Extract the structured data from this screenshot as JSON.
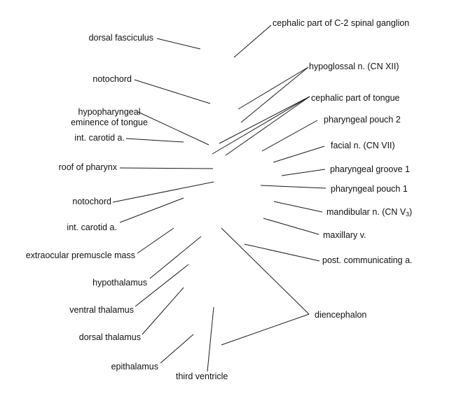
{
  "labels": {
    "cephalic_c2": "cephalic part of C-2 spinal ganglion",
    "dorsal_fasciculus": "dorsal fasciculus",
    "hypoglossal": "hypoglossal n. (CN XII)",
    "notochord_upper": "notochord",
    "cephalic_tongue": "cephalic part of tongue",
    "hypopharyngeal_line1": "hypopharyngeal",
    "hypopharyngeal_line2": "eminence of tongue",
    "pharyngeal_pouch_2": "pharyngeal pouch 2",
    "int_carotid_upper": "int. carotid a.",
    "facial_n": "facial n. (CN VII)",
    "roof_of_pharynx": "roof of pharynx",
    "pharyngeal_groove_1": "pharyngeal groove 1",
    "pharyngeal_pouch_1": "pharyngeal pouch 1",
    "notochord_lower": "notochord",
    "mandibular_n_prefix": "mandibular n. (CN V",
    "mandibular_n_sub": "3",
    "mandibular_n_suffix": ")",
    "int_carotid_lower": "int. carotid a.",
    "maxillary_v": "maxillary v.",
    "extraocular": "extraocular premuscle mass",
    "post_communicating": "post. communicating a.",
    "hypothalamus": "hypothalamus",
    "ventral_thalamus": "ventral thalamus",
    "diencephalon": "diencephalon",
    "dorsal_thalamus": "dorsal thalamus",
    "epithalamus": "epithalamus",
    "third_ventricle": "third ventricle"
  }
}
